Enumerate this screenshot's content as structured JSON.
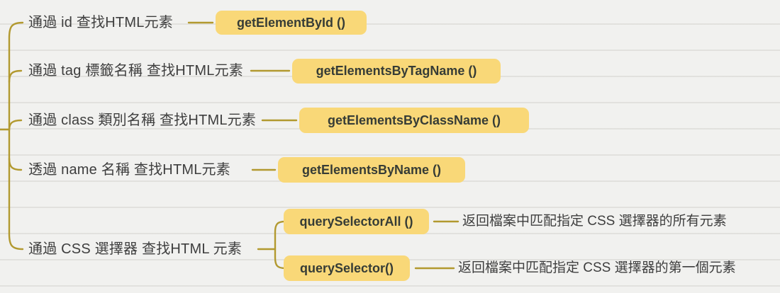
{
  "theme": {
    "background": "#f1f1ef",
    "connector_color": "#b2992f",
    "label_color": "#3e3e3e",
    "highlight_node_bg": "#f9d878",
    "highlight_node_text": "#363c36"
  },
  "tree": {
    "branches": [
      {
        "label": "通過 id 查找HTML元素",
        "method": "getElementById ()"
      },
      {
        "label": "通過 tag 標籤名稱 查找HTML元素",
        "method": "getElementsByTagName ()"
      },
      {
        "label": "通過 class 類別名稱 查找HTML元素",
        "method": "getElementsByClassName ()"
      },
      {
        "label": "透過 name 名稱 查找HTML元素",
        "method": "getElementsByName ()"
      },
      {
        "label": "通過 CSS 選擇器 查找HTML 元素",
        "children": [
          {
            "method": "querySelectorAll ()",
            "description": "返回檔案中匹配指定 CSS 選擇器的所有元素"
          },
          {
            "method": "querySelector()",
            "description": "返回檔案中匹配指定 CSS 選擇器的第一個元素"
          }
        ]
      }
    ]
  }
}
